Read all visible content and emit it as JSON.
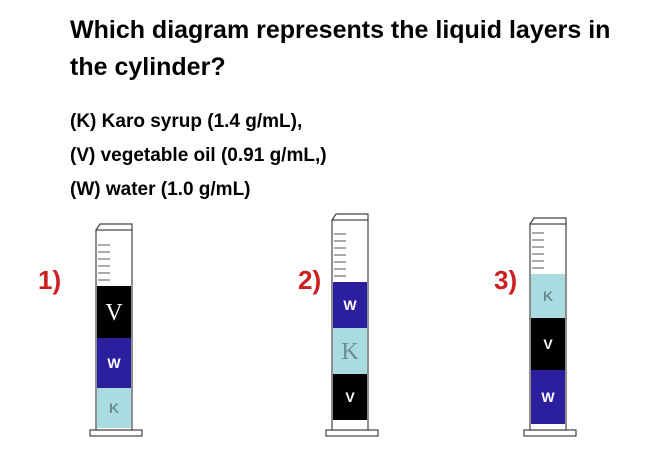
{
  "question": {
    "title": "Which diagram represents the liquid layers in the cylinder?",
    "lines": [
      "(K) Karo syrup (1.4 g/mL),",
      "(V) vegetable oil (0.91 g/mL,)",
      "(W) water (1.0 g/mL)"
    ]
  },
  "diagrams": [
    {
      "number": "1)",
      "layers": [
        {
          "label": "V",
          "color": "#000000",
          "text_color": "#ffffff"
        },
        {
          "label": "W",
          "color": "#2c1f9e",
          "text_color": "#ffffff"
        },
        {
          "label": "K",
          "color": "#a9dce0",
          "text_color": "#6b8c90"
        }
      ]
    },
    {
      "number": "2)",
      "layers": [
        {
          "label": "W",
          "color": "#2c1f9e",
          "text_color": "#ffffff"
        },
        {
          "label": "K",
          "color": "#a9dce0",
          "text_color": "#6b8c90"
        },
        {
          "label": "V",
          "color": "#000000",
          "text_color": "#ffffff"
        }
      ]
    },
    {
      "number": "3)",
      "layers": [
        {
          "label": "K",
          "color": "#a9dce0",
          "text_color": "#6b8c90"
        },
        {
          "label": "V",
          "color": "#000000",
          "text_color": "#ffffff"
        },
        {
          "label": "W",
          "color": "#2c1f9e",
          "text_color": "#ffffff"
        }
      ]
    }
  ]
}
